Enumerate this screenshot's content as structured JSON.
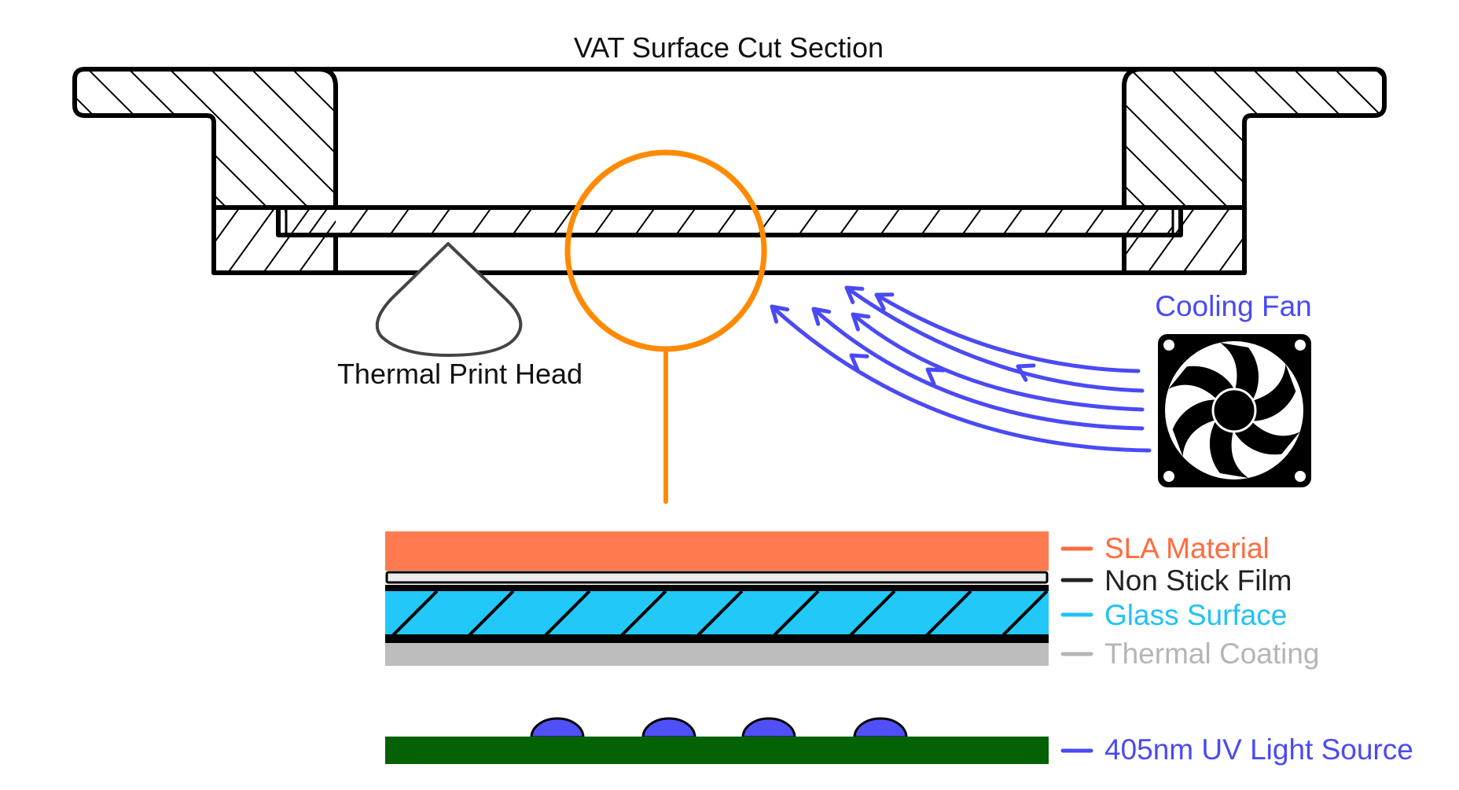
{
  "title": "VAT Surface Cut Section",
  "labels": {
    "print_head": "Thermal Print Head",
    "cooling_fan": "Cooling Fan"
  },
  "colors": {
    "outline": "#000000",
    "detail_circle": "#ff8a00",
    "airflow": "#4a4af5",
    "fan_label": "#4a4af5"
  },
  "detail_layers": [
    {
      "key": "sla",
      "label": "SLA Material",
      "color": "#ff7b4f",
      "label_color": "#ff6b3d"
    },
    {
      "key": "film",
      "label": "Non Stick Film",
      "color": "#000000",
      "label_color": "#222222"
    },
    {
      "key": "glass",
      "label": "Glass Surface",
      "color": "#22c8f8",
      "label_color": "#22c2f5"
    },
    {
      "key": "thermal",
      "label": "Thermal Coating",
      "color": "#bdbdbd",
      "label_color": "#b5b5b5"
    }
  ],
  "light_source": {
    "label": "405nm UV Light Source",
    "label_color": "#4a4af5",
    "board_color": "#046204",
    "led_color": "#5050f8",
    "led_count": 4
  },
  "airflow_lines": 5
}
